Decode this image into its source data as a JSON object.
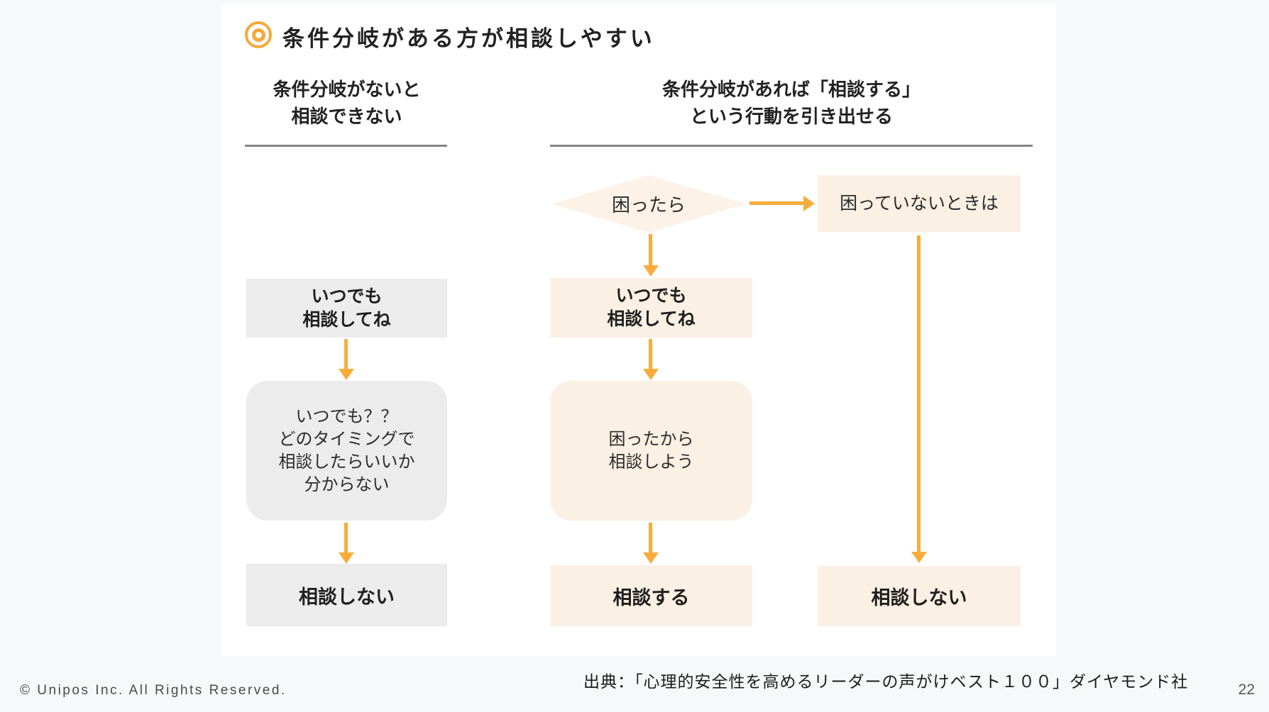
{
  "slide": {
    "title": "条件分岐がある方が相談しやすい",
    "title_icon": "bullseye-icon"
  },
  "headers": {
    "left": "条件分岐がないと\n相談できない",
    "right": "条件分岐があれば「相談する」\nという行動を引き出せる"
  },
  "left_flow": {
    "box1": "いつでも\n相談してね",
    "box2": "いつでも？？\nどのタイミングで\n相談したらいいか\n分からない",
    "box3": "相談しない"
  },
  "middle_flow": {
    "diamond": "困ったら",
    "box1": "いつでも\n相談してね",
    "box2": "困ったから\n相談しよう",
    "box3": "相談する"
  },
  "right_flow": {
    "box1": "困っていないときは",
    "box2": "相談しない"
  },
  "footer": {
    "source": "出典：「心理的安全性を高めるリーダーの声がけベスト１００」ダイヤモンド社",
    "copyright": "© Unipos Inc. All Rights Reserved.",
    "page_number": "22"
  },
  "colors": {
    "accent_orange": "#F9AC3B",
    "icon_orange": "#F6A83B",
    "cream_box": "#FBF0E4",
    "diamond_fill": "#FCF2E8",
    "gray_box": "#ECECEC",
    "panel_bg": "#FFFFFF",
    "page_bg": "#F7F8F9",
    "rule_gray": "#868686"
  }
}
